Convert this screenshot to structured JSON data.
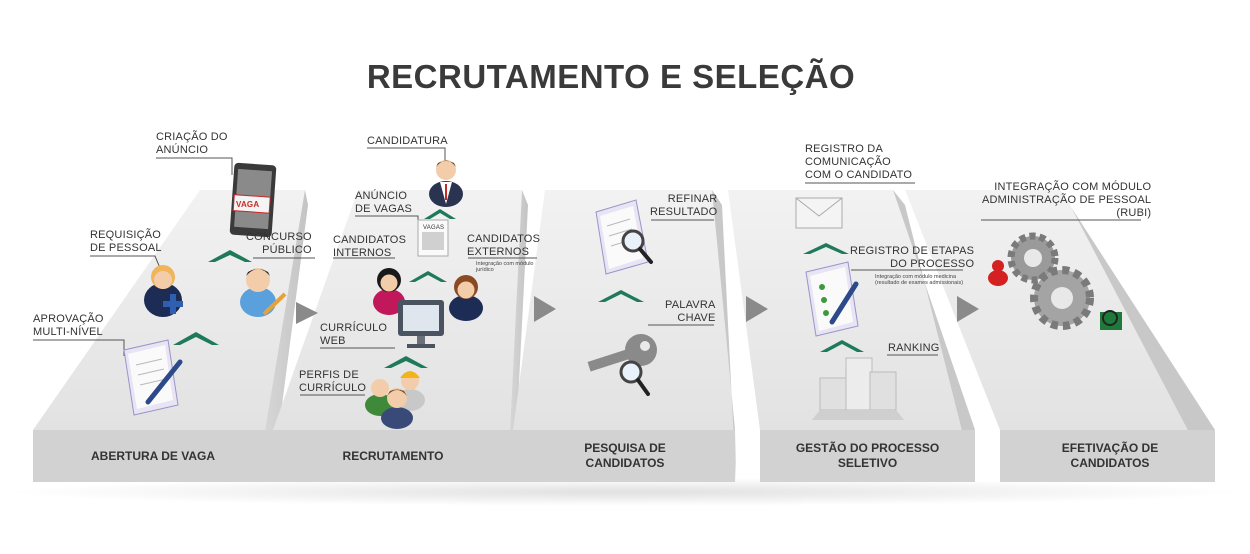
{
  "title": "RECRUTAMENTO E SELEÇÃO",
  "stages": [
    {
      "label": "ABERTURA DE VAGA"
    },
    {
      "label": "RECRUTAMENTO"
    },
    {
      "label": "PESQUISA DE CANDIDATOS"
    },
    {
      "label": "GESTÃO DO PROCESSO SELETIVO"
    },
    {
      "label": "EFETIVAÇÃO DE CANDIDATOS"
    }
  ],
  "labels": {
    "criacao_anuncio": "CRIAÇÃO DO\nANÚNCIO",
    "vaga_sign": "VAGA",
    "requisicao": "REQUISIÇÃO\nDE PESSOAL",
    "concurso": "CONCURSO\nPÚBLICO",
    "aprovacao": "APROVAÇÃO\nMULTI-NÍVEL",
    "candidatura": "CANDIDATURA",
    "anuncio_vagas": "ANÚNCIO\nDE VAGAS",
    "vagas_doc": "VAGAS",
    "cand_internos": "CANDIDATOS\nINTERNOS",
    "cand_externos": "CANDIDATOS\nEXTERNOS",
    "cand_externos_note": "Integração com módulo\njurídico",
    "curriculo_web": "CURRÍCULO\nWEB",
    "perfis": "PERFIS DE\nCURRÍCULO",
    "refinar": "REFINAR\nRESULTADO",
    "palavra": "PALAVRA\nCHAVE",
    "registro_comunicacao": "REGISTRO DA\nCOMUNICAÇÃO\nCOM O CANDIDATO",
    "registro_etapas": "REGISTRO DE ETAPAS\nDO PROCESSO",
    "registro_etapas_note": "Integração com módulo medicina\n(resultado de exames admissionais)",
    "ranking": "RANKING",
    "integracao": "INTEGRAÇÃO COM MÓDULO\nADMINISTRAÇÃO DE PESSOAL\n(RUBI)"
  },
  "colors": {
    "accent_green": "#1e7a5a",
    "platform_top": "#ebebeb",
    "platform_front": "#cfcfcf",
    "arrow_gray": "#8a8a8a"
  }
}
